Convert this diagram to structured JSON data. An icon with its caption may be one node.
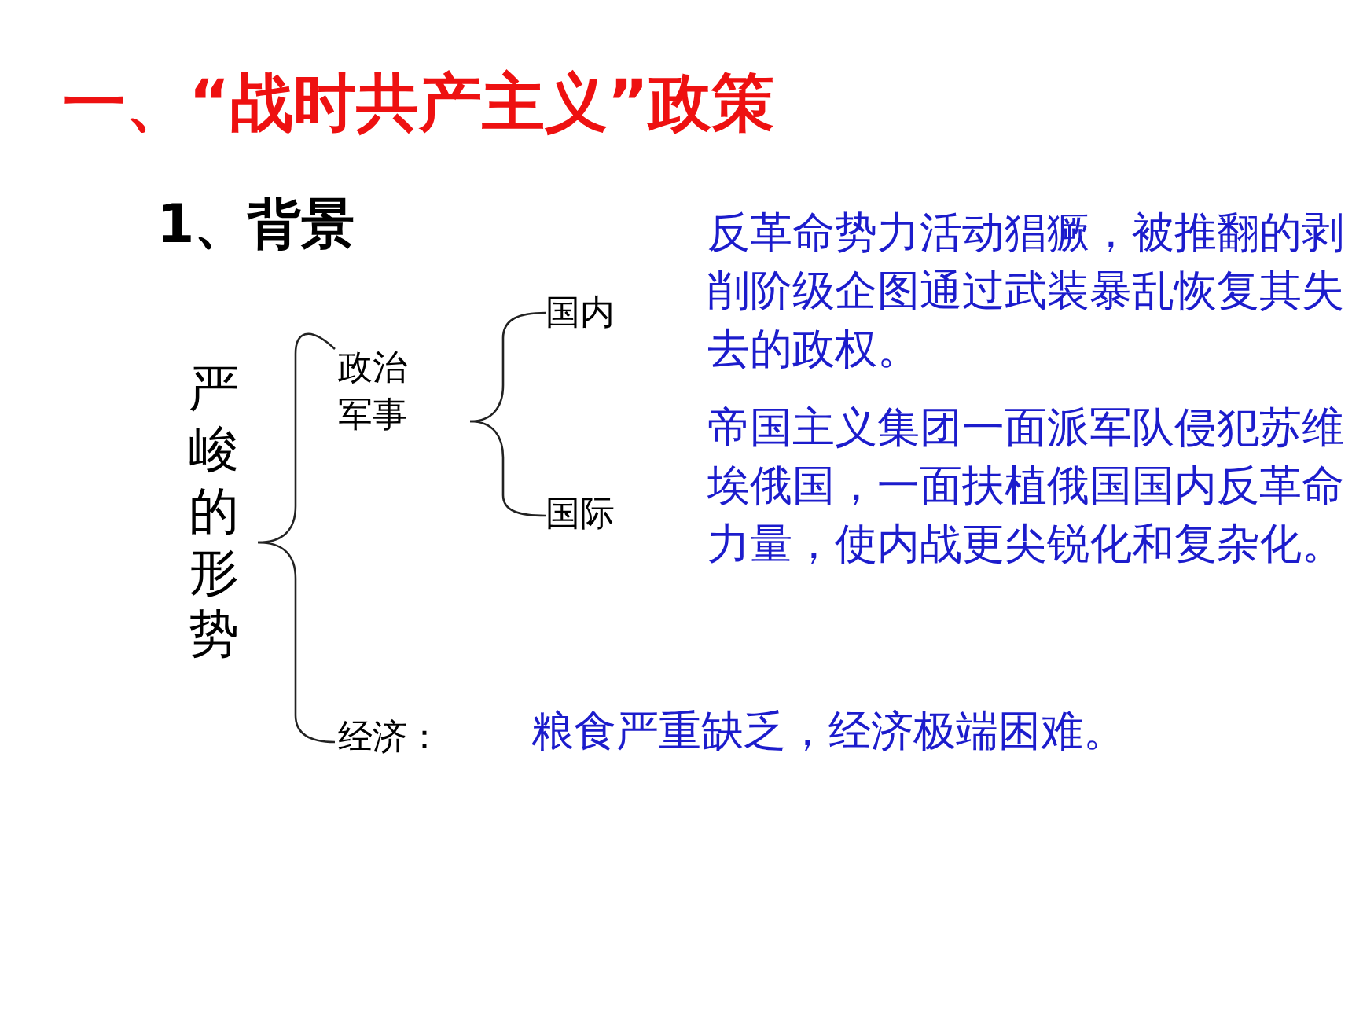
{
  "diagram": {
    "title": "一、“战时共产主义”政策",
    "nodes": [
      {
        "text": [
          "严峻的形势"
        ]
      },
      {
        "text": [
          "政治军事"
        ]
      },
      {
        "text": [
          "经济："
        ],
        "beside": [
          "粮食严重缺乏，经济极端困难。"
        ]
      },
      {
        "text": [
          "国内"
        ],
        "beside": [
          "反革命势力活动猖獗，被推翻的剥削阶级企图通过武装暴乱恢复其失去的政权。"
        ]
      },
      {
        "text": [
          "国际"
        ],
        "beside": [
          "帝国主义集团一面派军队侵犯苏维埃俄国，一面扶植俄国国内反革命力量，使内战更尖锐化和复杂化。"
        ]
      }
    ],
    "edges": [
      {
        "from": 0,
        "to": 1,
        "arrow": "none"
      },
      {
        "from": 0,
        "to": 2,
        "arrow": "none"
      },
      {
        "from": 1,
        "to": 3,
        "arrow": "none"
      },
      {
        "from": 1,
        "to": 4,
        "arrow": "none"
      }
    ],
    "labels": [
      "1、背景"
    ]
  }
}
